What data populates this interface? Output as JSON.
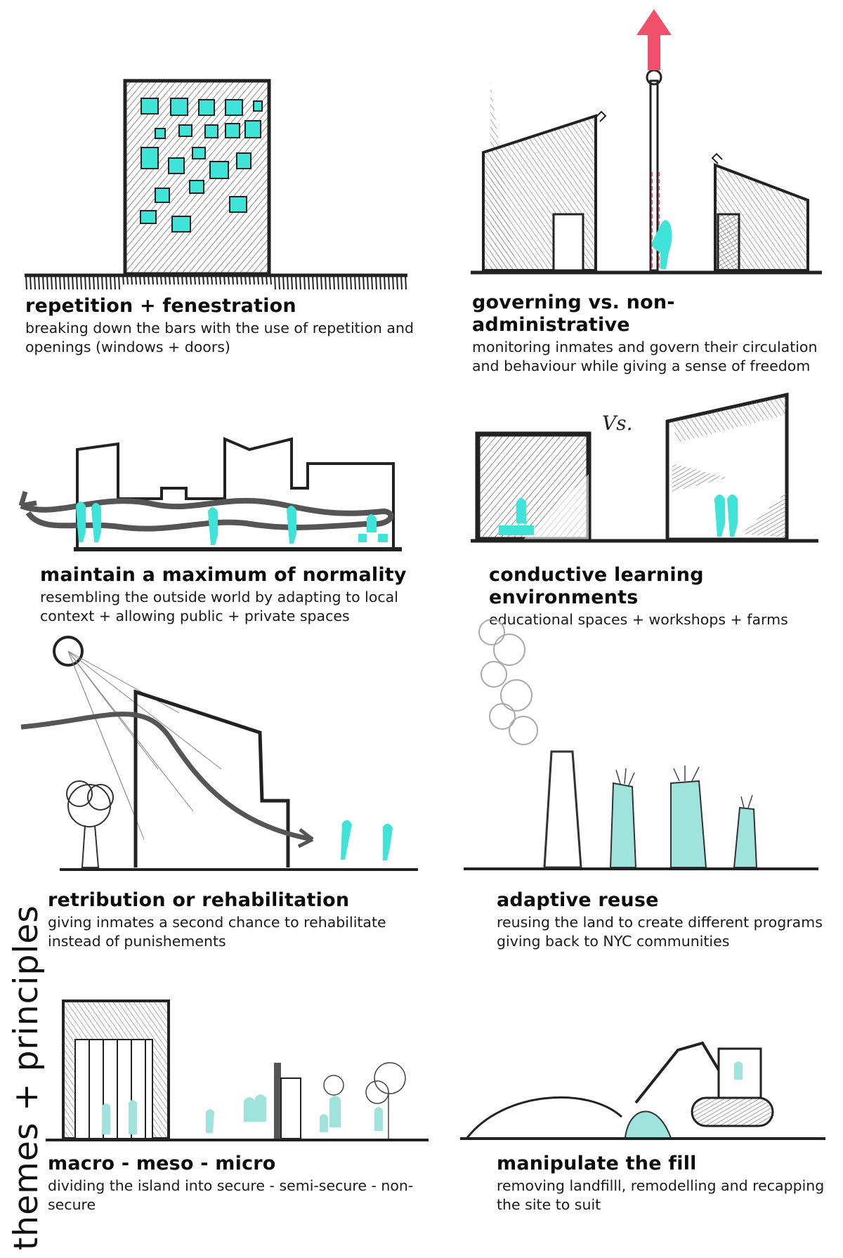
{
  "side_title": "themes + principles",
  "colors": {
    "ink": "#2b2b2b",
    "cyan": "#3fe3d8",
    "mint": "#9fe3dc",
    "red_arrow": "#f0506a"
  },
  "panels": [
    {
      "title": "repetition + fenestration",
      "desc": "breaking down the bars with the use of repetition and openings (windows + doors)"
    },
    {
      "title": "governing vs. non-administrative",
      "desc": "monitoring inmates and govern their circulation and behaviour while giving a sense of freedom"
    },
    {
      "title": "maintain a maximum of normality",
      "desc": "resembling the outside world by adapting to local context + allowing public + private spaces"
    },
    {
      "title": "conductive learning environments",
      "desc": "educational spaces + workshops + farms",
      "sketch_label": "Vs."
    },
    {
      "title": "retribution or rehabilitation",
      "desc": "giving inmates a second chance to rehabilitate instead of punishements"
    },
    {
      "title": "adaptive reuse",
      "desc": "reusing the land to create different programs giving back to NYC communities"
    },
    {
      "title": "macro - meso - micro",
      "desc": "dividing the  island into secure - semi-secure - non-secure"
    },
    {
      "title": "manipulate the fill",
      "desc": "removing landfilll, remodelling and recapping the site to suit"
    }
  ]
}
